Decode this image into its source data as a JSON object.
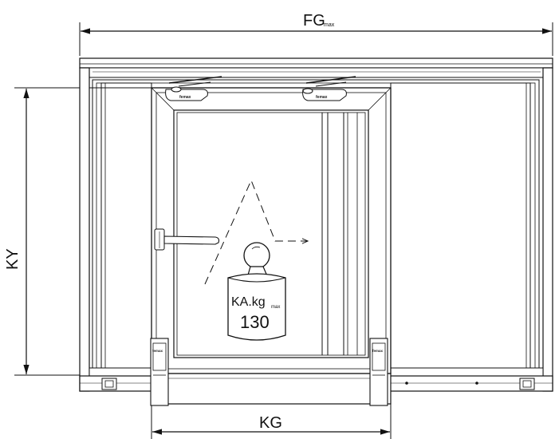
{
  "dimensions": {
    "fg": {
      "label": "FG",
      "sub": "max"
    },
    "ky": {
      "label": "KY"
    },
    "kg": {
      "label": "KG"
    }
  },
  "weight": {
    "label": "KA.kg",
    "sub": "max",
    "value": "130"
  },
  "brand": {
    "name": "femax"
  }
}
